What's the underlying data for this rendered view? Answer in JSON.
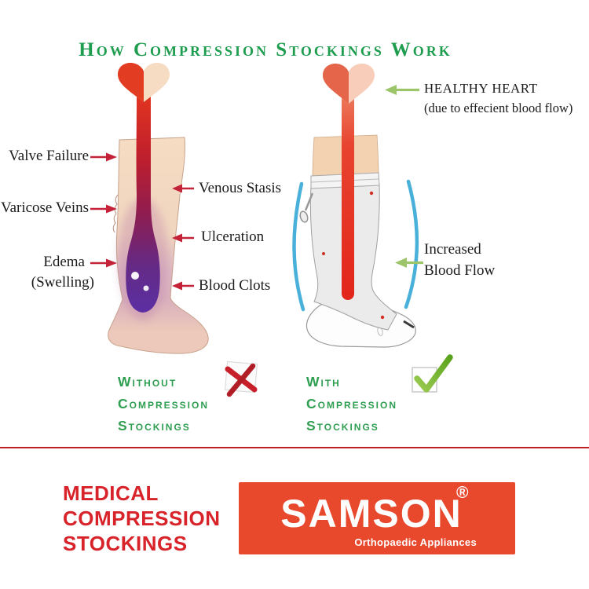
{
  "title": {
    "text": "How Compression Stockings Work"
  },
  "diagram": {
    "left_leg": {
      "description": "leg with venous disease, no stocking",
      "left_labels": [
        {
          "label": "Valve Failure"
        },
        {
          "label": "Varicose Veins"
        },
        {
          "label": "Edema",
          "sub": "(Swelling)"
        }
      ],
      "right_labels": [
        {
          "label": "Venous Stasis"
        },
        {
          "label": "Ulceration"
        },
        {
          "label": "Blood Clots"
        }
      ],
      "caption": {
        "lines": [
          "Without",
          "Compression",
          "Stockings"
        ],
        "mark": "red-cross-icon"
      }
    },
    "right_leg": {
      "description": "leg wearing compression stocking",
      "heart_label": {
        "label": "HEALTHY HEART",
        "sub": "(due to effecient blood flow)"
      },
      "flow_label": {
        "line1": "Increased",
        "line2": "Blood Flow"
      },
      "caption": {
        "lines": [
          "With",
          "Compression",
          "Stockings"
        ],
        "mark": "green-check-icon"
      }
    }
  },
  "footer": {
    "product_lines": [
      "MEDICAL",
      "COMPRESSION",
      "STOCKINGS"
    ],
    "brand": {
      "name": "SAMSON",
      "registered_mark": "®",
      "tagline": "Orthopaedic Appliances"
    }
  },
  "icons": {
    "without_mark": "red-cross-icon",
    "with_mark": "green-check-icon",
    "pointer_left_figure": "red-arrow-icon",
    "pointer_right_figure": "green-arrow-icon"
  },
  "colors": {
    "title_green": "#1f9d4f",
    "caption_green": "#2e9e50",
    "arrow_red": "#c42238",
    "arrow_green": "#9cc468",
    "divider_red": "#bf2126",
    "product_red": "#d8232a",
    "brand_red": "#e8482c",
    "stocking_blue": "#49b0da",
    "vein_purple": "#5b2fa3"
  }
}
